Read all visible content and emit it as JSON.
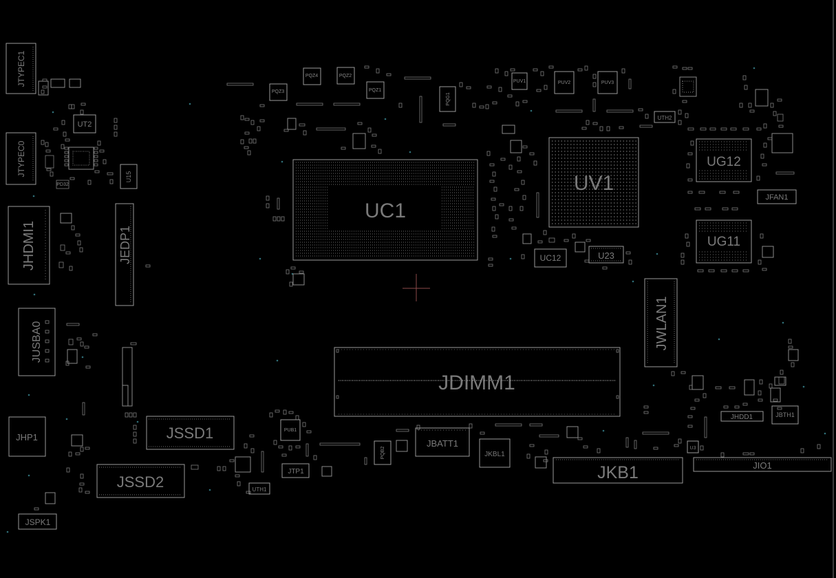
{
  "components": {
    "uc1": "UC1",
    "uv1": "UV1",
    "ug12": "UG12",
    "ug11": "UG11",
    "jdimm1": "JDIMM1",
    "jkb1": "JKB1",
    "jssd1": "JSSD1",
    "jssd2": "JSSD2",
    "jwlan1": "JWLAN1",
    "jhdmi1": "JHDMI1",
    "jedp1": "JEDP1",
    "jusba0": "JUSBA0",
    "jtypec1": "JTYPEC1",
    "jtypec0": "JTYPEC0",
    "jhp1": "JHP1",
    "jspk1": "JSPK1",
    "jbatt1": "JBATT1",
    "jkbl1": "JKBL1",
    "jio1": "JIO1",
    "jfan1": "JFAN1",
    "jhdd1": "JHDD1",
    "jbth1": "JBTH1",
    "jtp1": "JTP1",
    "ut2": "UT2",
    "u15": "U15",
    "uc12": "UC12",
    "u23": "U23",
    "uth1": "UTH1",
    "uth2": "UTH2",
    "pqz4": "PQZ4",
    "pqz2": "PQZ2",
    "pqz3": "PQZ3",
    "pqz1": "PQZ1",
    "pqg": "PQG1",
    "pqb2": "PQB2",
    "puv1": "PUV1",
    "puv2": "PUV2",
    "puv3": "PUV3",
    "pub1": "PUB1",
    "u3": "U3"
  }
}
